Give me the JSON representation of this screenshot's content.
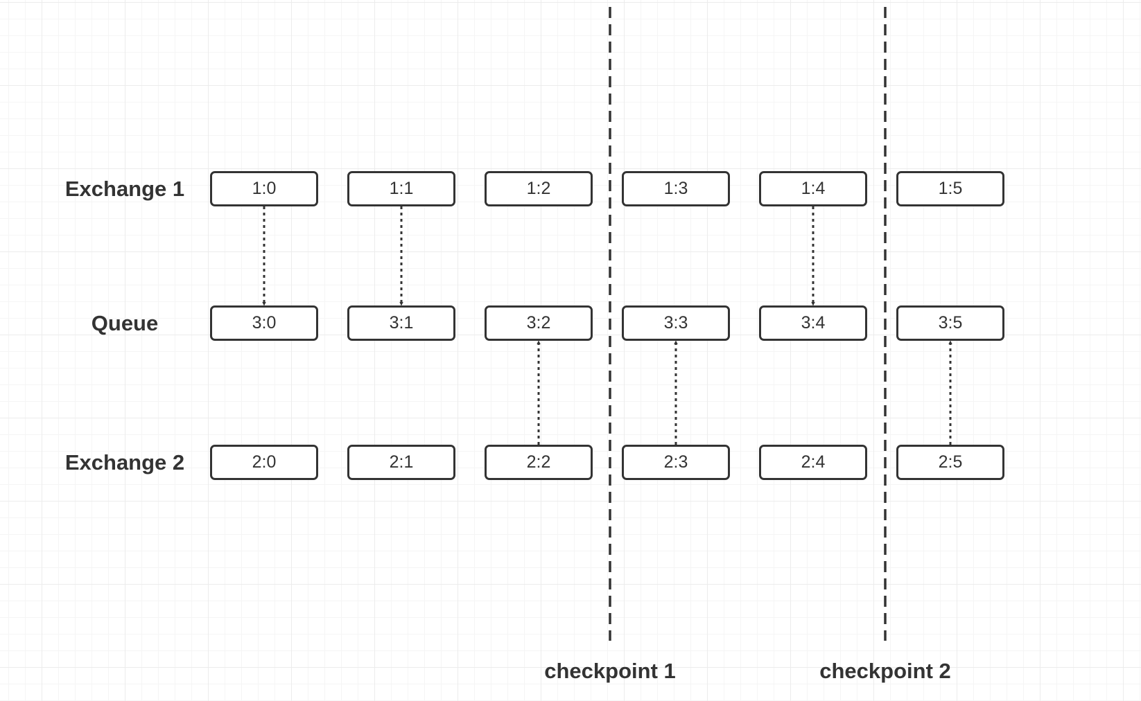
{
  "rows": {
    "exchange1": {
      "label": "Exchange 1",
      "nodes": [
        "1:0",
        "1:1",
        "1:2",
        "1:3",
        "1:4",
        "1:5"
      ]
    },
    "queue": {
      "label": "Queue",
      "nodes": [
        "3:0",
        "3:1",
        "3:2",
        "3:3",
        "3:4",
        "3:5"
      ]
    },
    "exchange2": {
      "label": "Exchange 2",
      "nodes": [
        "2:0",
        "2:1",
        "2:2",
        "2:3",
        "2:4",
        "2:5"
      ]
    }
  },
  "arrows": [
    {
      "from": "1:0",
      "to": "3:0"
    },
    {
      "from": "1:1",
      "to": "3:1"
    },
    {
      "from": "2:2",
      "to": "3:2"
    },
    {
      "from": "2:3",
      "to": "3:3"
    },
    {
      "from": "1:4",
      "to": "3:4"
    },
    {
      "from": "2:5",
      "to": "3:5"
    }
  ],
  "checkpoints": [
    {
      "label": "checkpoint 1"
    },
    {
      "label": "checkpoint 2"
    }
  ],
  "colors": {
    "stroke": "#333333",
    "grid": "#ececec"
  }
}
